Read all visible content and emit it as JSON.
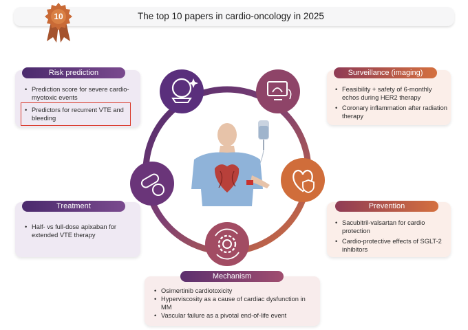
{
  "header": {
    "badge_number": "10",
    "title": "The top 10 papers in cardio-oncology in 2025"
  },
  "sections": {
    "risk_prediction": {
      "title": "Risk prediction",
      "items": [
        "Prediction score for severe cardio-myotoxic events",
        "Predictors for recurrent VTE and bleeding"
      ]
    },
    "surveillance": {
      "title": "Surveillance (imaging)",
      "items": [
        "Feasibility + safety of 6-monthly echos during HER2 therapy",
        "Coronary inflammation after radiation therapy"
      ]
    },
    "treatment": {
      "title": "Treatment",
      "items": [
        "Half- vs full-dose apixaban for extended VTE therapy"
      ]
    },
    "prevention": {
      "title": "Prevention",
      "items": [
        "Sacubitril-valsartan for cardio protection",
        "Cardio-protective effects of SGLT-2 inhibitors"
      ]
    },
    "mechanism": {
      "title": "Mechanism",
      "items": [
        "Osimertinib cardiotoxicity",
        "Hyperviscosity as a cause of cardiac dysfunction in MM",
        "Vascular failure as a pivotal end-of-life event"
      ]
    }
  },
  "colors": {
    "purple": "#5b2f7a",
    "orange": "#d2703c",
    "highlight_border": "#d93a2b"
  },
  "icons": [
    "crystal-ball-icon",
    "echo-monitor-icon",
    "pill-capsule-icon",
    "heart-shield-icon",
    "gear-cycle-icon",
    "iv-bag-icon",
    "patient-figure-icon"
  ]
}
